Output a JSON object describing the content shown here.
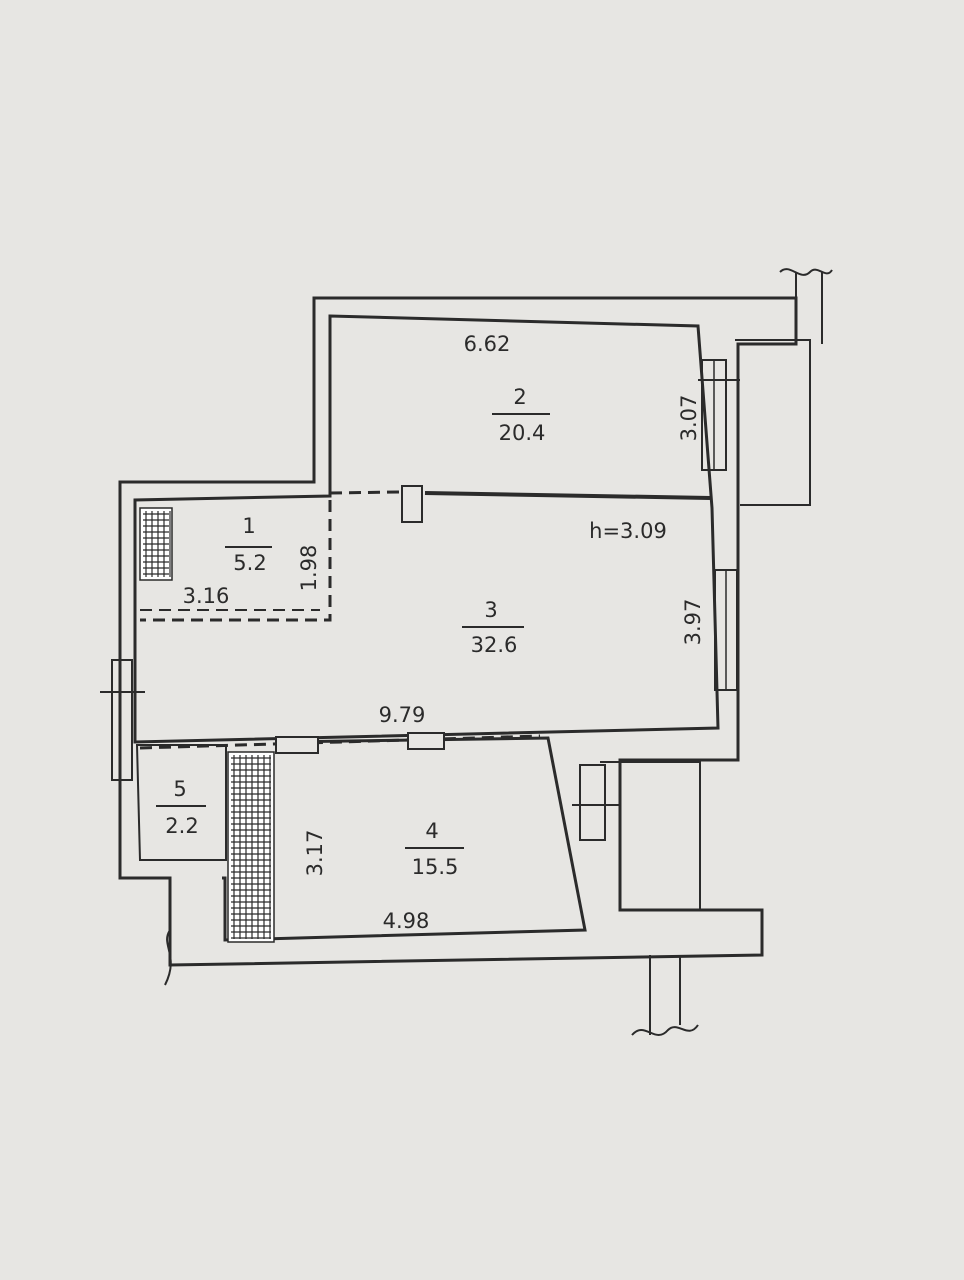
{
  "plan": {
    "ceiling_height": "h=3.09",
    "rooms": [
      {
        "number": "1",
        "area": "5.2"
      },
      {
        "number": "2",
        "area": "20.4"
      },
      {
        "number": "3",
        "area": "32.6"
      },
      {
        "number": "4",
        "area": "15.5"
      },
      {
        "number": "5",
        "area": "2.2"
      }
    ],
    "dimensions": {
      "room2_width": "6.62",
      "room2_depth": "3.07",
      "room1_width": "3.16",
      "room1_depth": "1.98",
      "room3_length": "9.79",
      "room3_depth": "3.97",
      "room4_depth": "3.17",
      "room4_width": "4.98"
    }
  }
}
